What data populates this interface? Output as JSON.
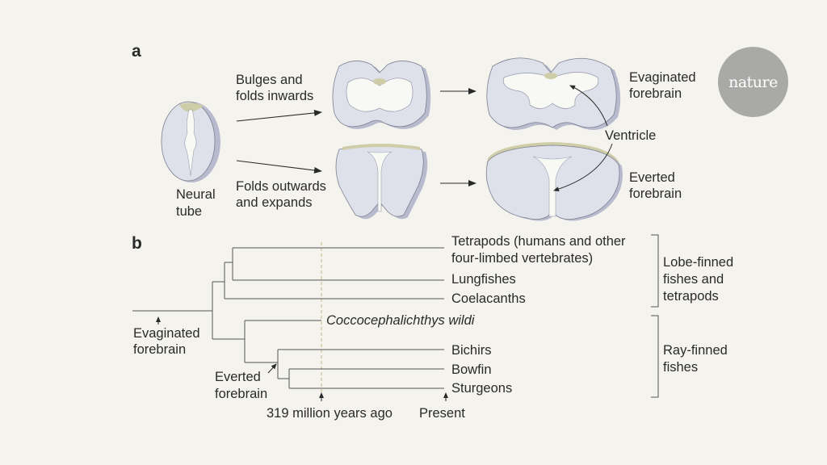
{
  "panel_a": {
    "letter": "a",
    "neural_tube_line1": "Neural",
    "neural_tube_line2": "tube",
    "bulges_line1": "Bulges and",
    "bulges_line2": "folds inwards",
    "folds_line1": "Folds outwards",
    "folds_line2": "and expands",
    "evaginated_line1": "Evaginated",
    "evaginated_line2": "forebrain",
    "ventricle": "Ventricle",
    "everted_line1": "Everted",
    "everted_line2": "forebrain"
  },
  "panel_b": {
    "letter": "b",
    "taxa": {
      "tetrapods_line1": "Tetrapods (humans and other",
      "tetrapods_line2": "four-limbed vertebrates)",
      "lungfishes": "Lungfishes",
      "coelacanths": "Coelacanths",
      "fossil": "Coccocephalichthys wildi",
      "bichirs": "Bichirs",
      "bowfin": "Bowfin",
      "sturgeons": "Sturgeons"
    },
    "groups": {
      "lobe_line1": "Lobe-finned",
      "lobe_line2": "fishes and",
      "lobe_line3": "tetrapods",
      "ray_line1": "Ray-finned",
      "ray_line2": "fishes"
    },
    "markers": {
      "evaginated_line1": "Evaginated",
      "evaginated_line2": "forebrain",
      "everted_line1": "Everted",
      "everted_line2": "forebrain",
      "time_marker": "319 million years ago",
      "present": "Present"
    }
  },
  "logo": {
    "text": "nature"
  },
  "colors": {
    "background": "#f4f3ee",
    "tissue": "#dfe1ea",
    "tissue_shadow": "#b7bbcd",
    "outline": "#7b7e8f",
    "ventricle": "#f8f8f4",
    "highlight": "#cfcda8",
    "tree_line": "#555555",
    "dashed_line": "#c9c79a",
    "logo_bg": "#a9a9a7"
  },
  "icons": [
    "arrow-icon"
  ]
}
